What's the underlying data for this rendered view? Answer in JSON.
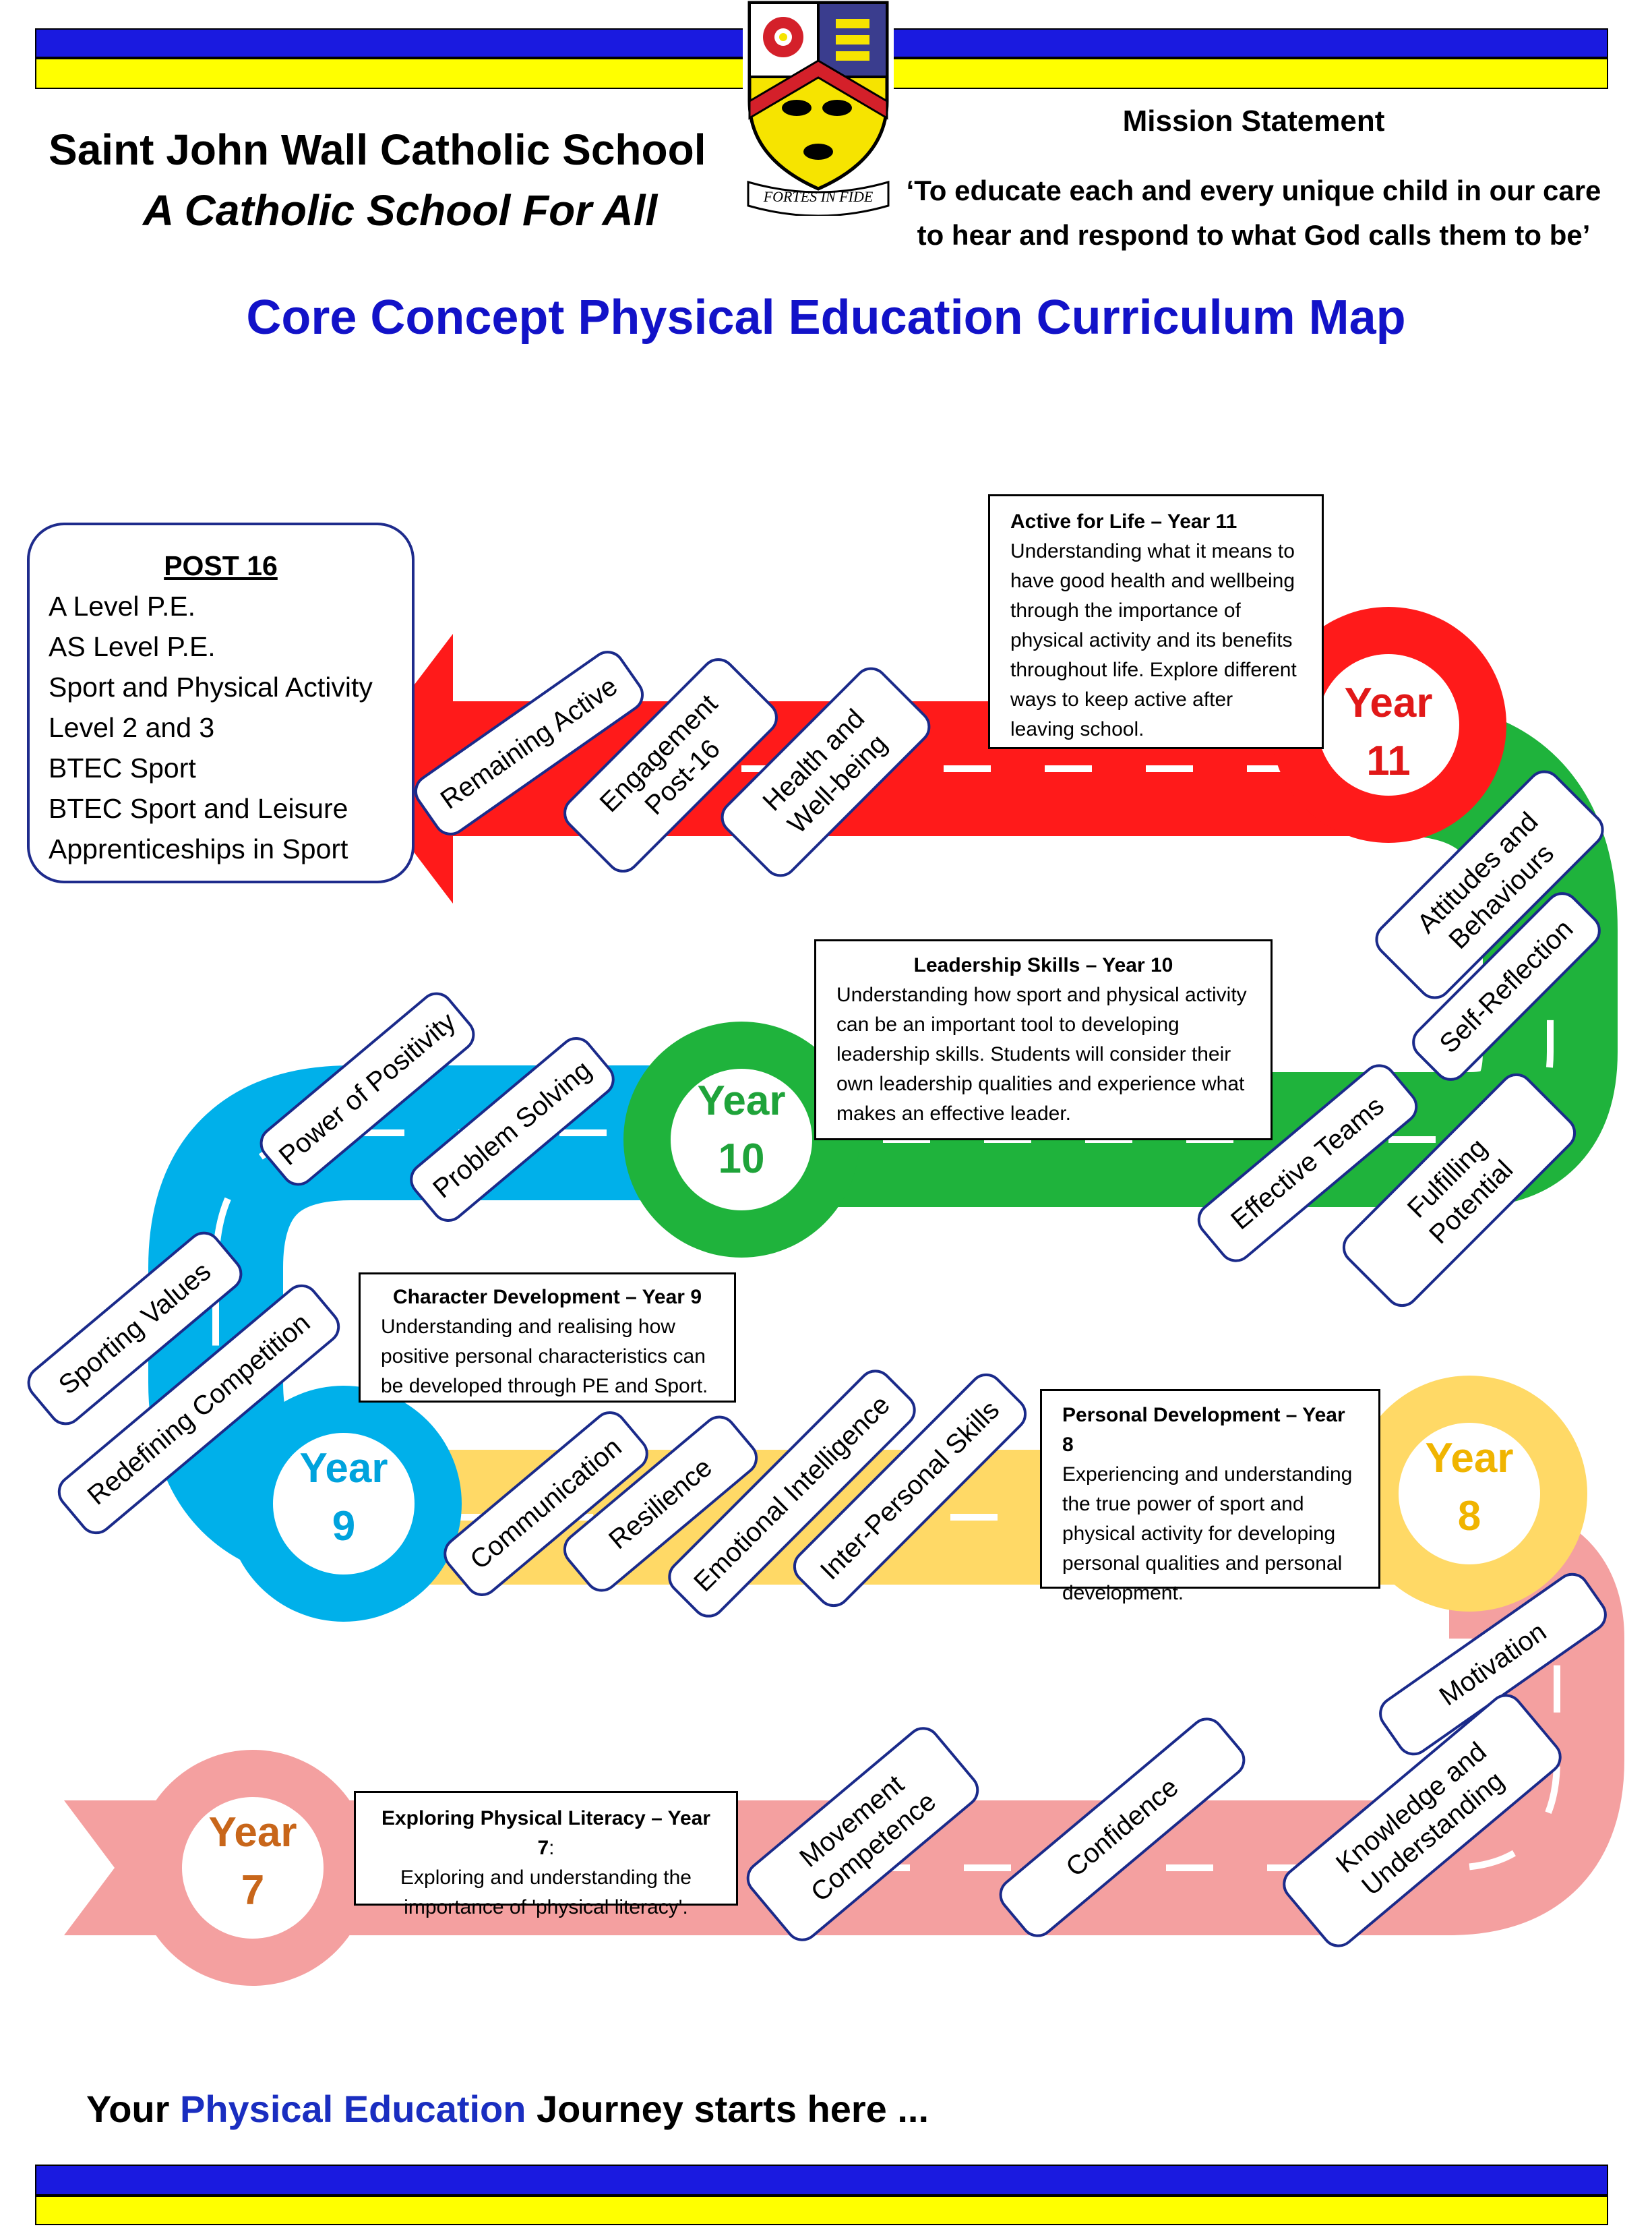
{
  "header": {
    "school_name": "Saint John Wall Catholic School",
    "motto": "A Catholic School For All",
    "crest_motto": "FORTES IN FIDE",
    "mission_heading": "Mission Statement",
    "mission_text": "‘To educate each and every unique child in our care to hear and respond to what God calls them to be’"
  },
  "title": "Core Concept Physical Education Curriculum Map",
  "colors": {
    "blue_stripe": "#1a1ae0",
    "yellow_stripe": "#ffff00",
    "year11": "#ff1a1a",
    "year10": "#1fb33c",
    "year9": "#00b0ea",
    "year8": "#ffd966",
    "year7": "#f4a0a0",
    "tag_border": "#1a2a8a"
  },
  "post16": {
    "heading": "POST 16",
    "items": [
      "A Level P.E.",
      "AS Level P.E.",
      "Sport and Physical Activity",
      "Level 2 and 3",
      "BTEC Sport",
      "BTEC Sport and Leisure",
      "Apprenticeships in Sport"
    ]
  },
  "years": {
    "y11": {
      "label": "Year",
      "number": "11"
    },
    "y10": {
      "label": "Year",
      "number": "10"
    },
    "y9": {
      "label": "Year",
      "number": "9"
    },
    "y8": {
      "label": "Year",
      "number": "8"
    },
    "y7": {
      "label": "Year",
      "number": "7"
    }
  },
  "info_boxes": {
    "y11": {
      "heading": "Active for Life – Year 11",
      "text": "Understanding what it means to have good health and wellbeing through the importance of physical activity and its benefits throughout life. Explore different ways to keep active after leaving school."
    },
    "y10": {
      "heading": "Leadership Skills – Year 10",
      "text": "Understanding how sport and physical activity can be an important tool to developing leadership skills. Students will consider their own leadership qualities and experience what makes an effective leader."
    },
    "y9": {
      "heading": "Character Development – Year 9",
      "text": "Understanding and realising how positive personal characteristics can be developed through PE and Sport."
    },
    "y8": {
      "heading": "Personal Development – Year 8",
      "text": "Experiencing and understanding the true power of sport and physical activity for developing personal qualities and personal development."
    },
    "y7": {
      "heading": "Exploring Physical Literacy – Year 7",
      "heading_suffix": ":",
      "text": "Exploring and understanding the importance of 'physical literacy'."
    }
  },
  "tags": {
    "remaining_active": "Remaining Active",
    "engagement": "Engagement\nPost-16",
    "health": "Health and\nWell-being",
    "attitudes": "Attitudes and\nBehaviours",
    "self_reflection": "Self-Reflection",
    "effective_teams": "Effective Teams",
    "fulfilling": "Fulfilling\nPotential",
    "power_positivity": "Power of Positivity",
    "problem_solving": "Problem Solving",
    "sporting_values": "Sporting Values",
    "redefining": "Redefining Competition",
    "communication": "Communication",
    "resilience": "Resilience",
    "emotional": "Emotional Intelligence",
    "interpersonal": "Inter-Personal Skills",
    "motivation": "Motivation",
    "movement": "Movement\nCompetence",
    "confidence": "Confidence",
    "knowledge": "Knowledge and\nUnderstanding"
  },
  "footer": {
    "prefix": "Your",
    "highlight": "Physical Education",
    "suffix": "Journey starts here ..."
  }
}
